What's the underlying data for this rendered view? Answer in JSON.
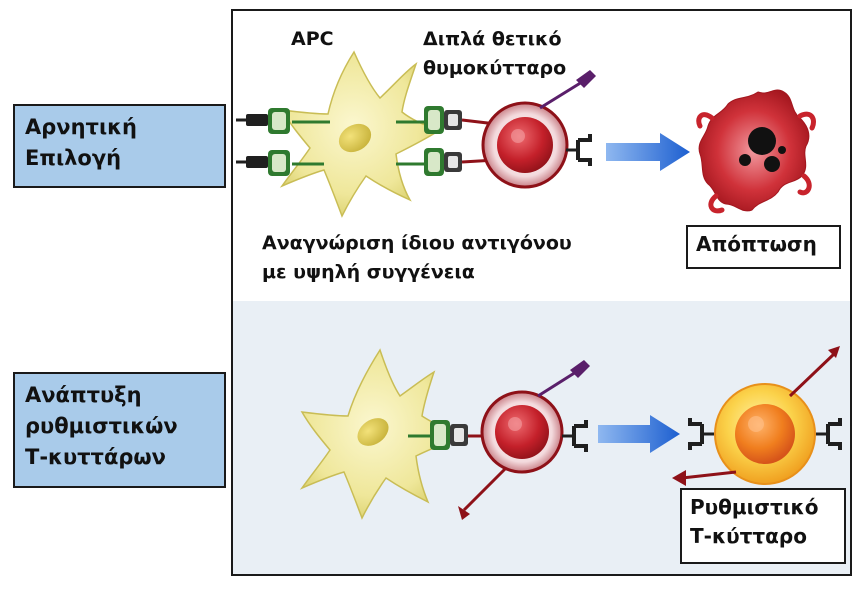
{
  "side_labels": {
    "negative_selection": [
      "Αρνητική",
      "Επιλογή"
    ],
    "regulatory_development": [
      "Ανάπτυξη",
      "ρυθμιστικών",
      "Τ-κυττάρων"
    ]
  },
  "labels": {
    "apc": "APC",
    "double_positive_thymocyte": [
      "Διπλά θετικό",
      "θυμοκύτταρο"
    ],
    "recognition": [
      "Αναγνώριση ίδιου αντιγόνου",
      "με υψηλή συγγένεια"
    ],
    "apoptosis": "Απόπτωση",
    "regulatory_t_cell": [
      "Ρυθμιστικό",
      "Τ-κύτταρο"
    ]
  },
  "colors": {
    "panel_label_fill": "#a9cbea",
    "lower_panel_fill": "#e9eff5",
    "apc_cell": "#efe79a",
    "thymocyte": "#c4202a",
    "apoptotic_cell": "#c8232c",
    "regulatory_cell": "#f07e1e",
    "arrow": "#2e6fd6",
    "mhc_receptor": "#2f7a2f"
  }
}
